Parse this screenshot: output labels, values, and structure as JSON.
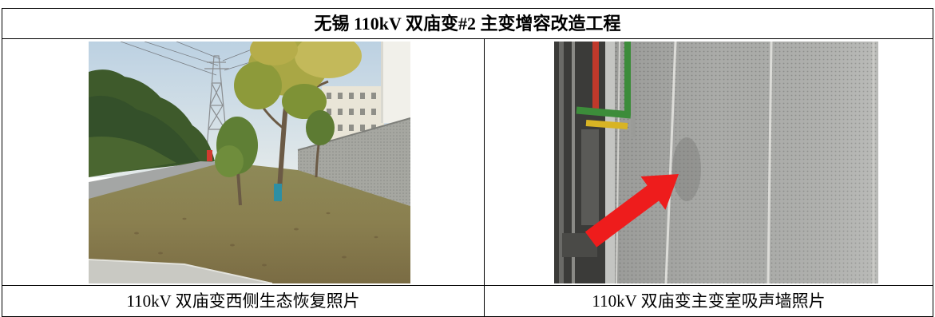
{
  "document": {
    "table_title": "无锡 110kV 双庙变#2 主变增容改造工程",
    "photos": [
      {
        "caption": "110kV 双庙变西侧生态恢复照片"
      },
      {
        "caption": "110kV 双庙变主变室吸声墙照片"
      }
    ]
  },
  "colors": {
    "border": "#000000",
    "arrow": "#ee1c1c"
  }
}
